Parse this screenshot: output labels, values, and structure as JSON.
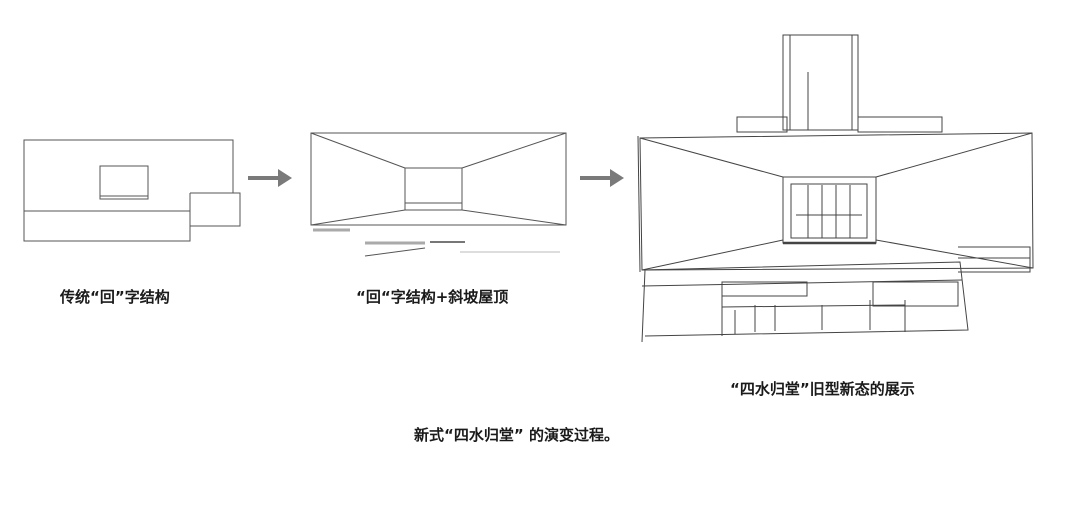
{
  "steps": [
    {
      "label": "传统“回”字结构"
    },
    {
      "label": "“回“字结构+斜坡屋顶"
    },
    {
      "label": "“四水归堂”旧型新态的展示"
    }
  ],
  "caption": "新式“四水归堂” 的演变过程。",
  "colors": {
    "ink": "#333333",
    "arrow": "#7a7a7a"
  }
}
